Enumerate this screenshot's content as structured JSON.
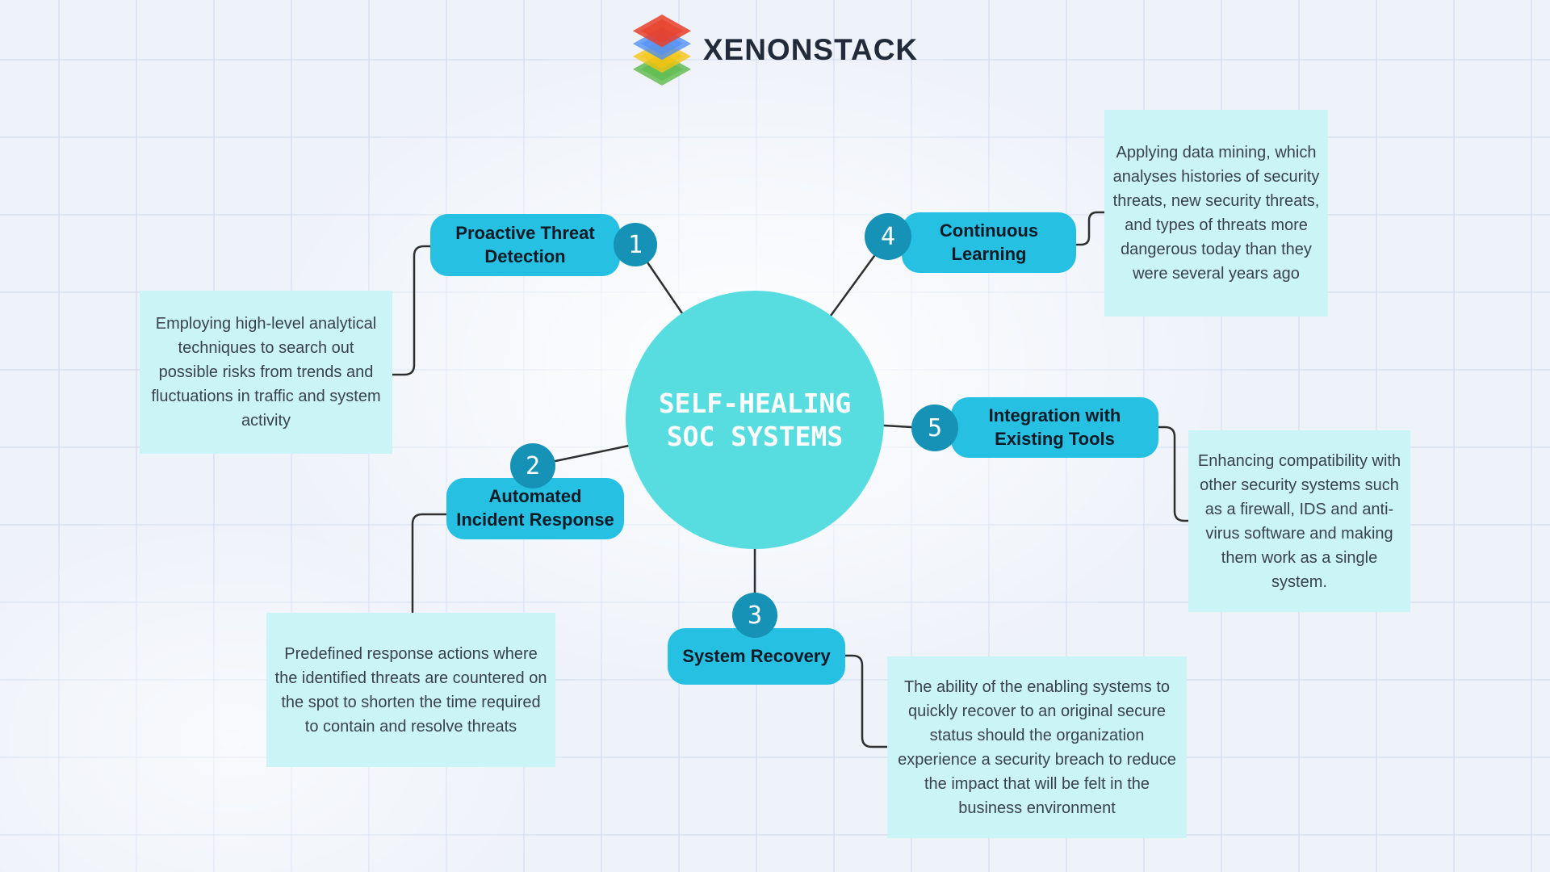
{
  "header": {
    "brand": "XENONSTACK"
  },
  "center": {
    "line1": "SELF-HEALING",
    "line2": "SOC SYSTEMS"
  },
  "nodes": [
    {
      "num": "1",
      "label": "Proactive Threat Detection",
      "description": "Employing high-level analytical techniques to search out possible risks from trends and fluctuations in traffic and system activity"
    },
    {
      "num": "2",
      "label": "Automated Incident Response",
      "description": "Predefined response actions where the identified threats are countered on the spot to shorten the time required to contain and resolve threats"
    },
    {
      "num": "3",
      "label": "System Recovery",
      "description": "The ability of the enabling systems to quickly recover to an original secure status should the organization experience a security breach to reduce the impact that will be felt in the business environment"
    },
    {
      "num": "4",
      "label": "Continuous Learning",
      "description": "Applying data mining, which analyses histories of security threats, new security threats, and types of threats more dangerous today than they were several years ago"
    },
    {
      "num": "5",
      "label": "Integration with Existing Tools",
      "description": "Enhancing compatibility with other security systems such as a firewall, IDS and anti-virus software and making them work as a single system."
    }
  ],
  "colors": {
    "center_circle": "#57dde0",
    "node_pill": "#26c0e2",
    "number_badge": "#1592b5",
    "description_box": "#cbf4f6",
    "connector": "#2f2f2f",
    "brand_text": "#222b3a",
    "logo_layers": [
      "#e8402a",
      "#4e8ef7",
      "#f6c40f",
      "#58b947"
    ]
  }
}
